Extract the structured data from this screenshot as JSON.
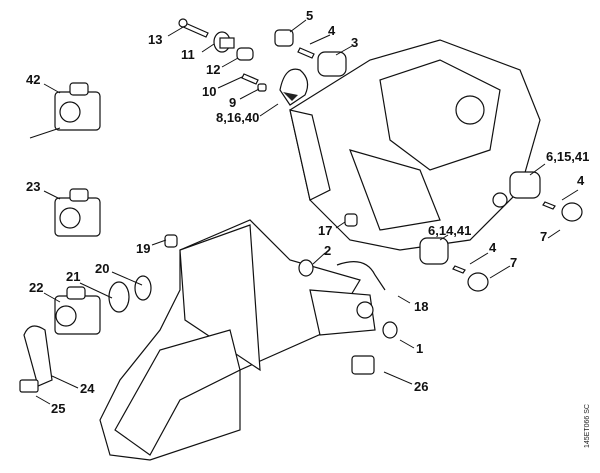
{
  "diagram": {
    "labels": [
      "13",
      "11",
      "12",
      "10",
      "9",
      "8,16,40",
      "5",
      "4",
      "3",
      "42",
      "23",
      "17",
      "19",
      "2",
      "20",
      "21",
      "22",
      "18",
      "1",
      "24",
      "25",
      "26",
      "6,15,41",
      "4",
      "7",
      "6,14,41",
      "4",
      "7"
    ],
    "drawing_code": "145ET066 SC"
  }
}
